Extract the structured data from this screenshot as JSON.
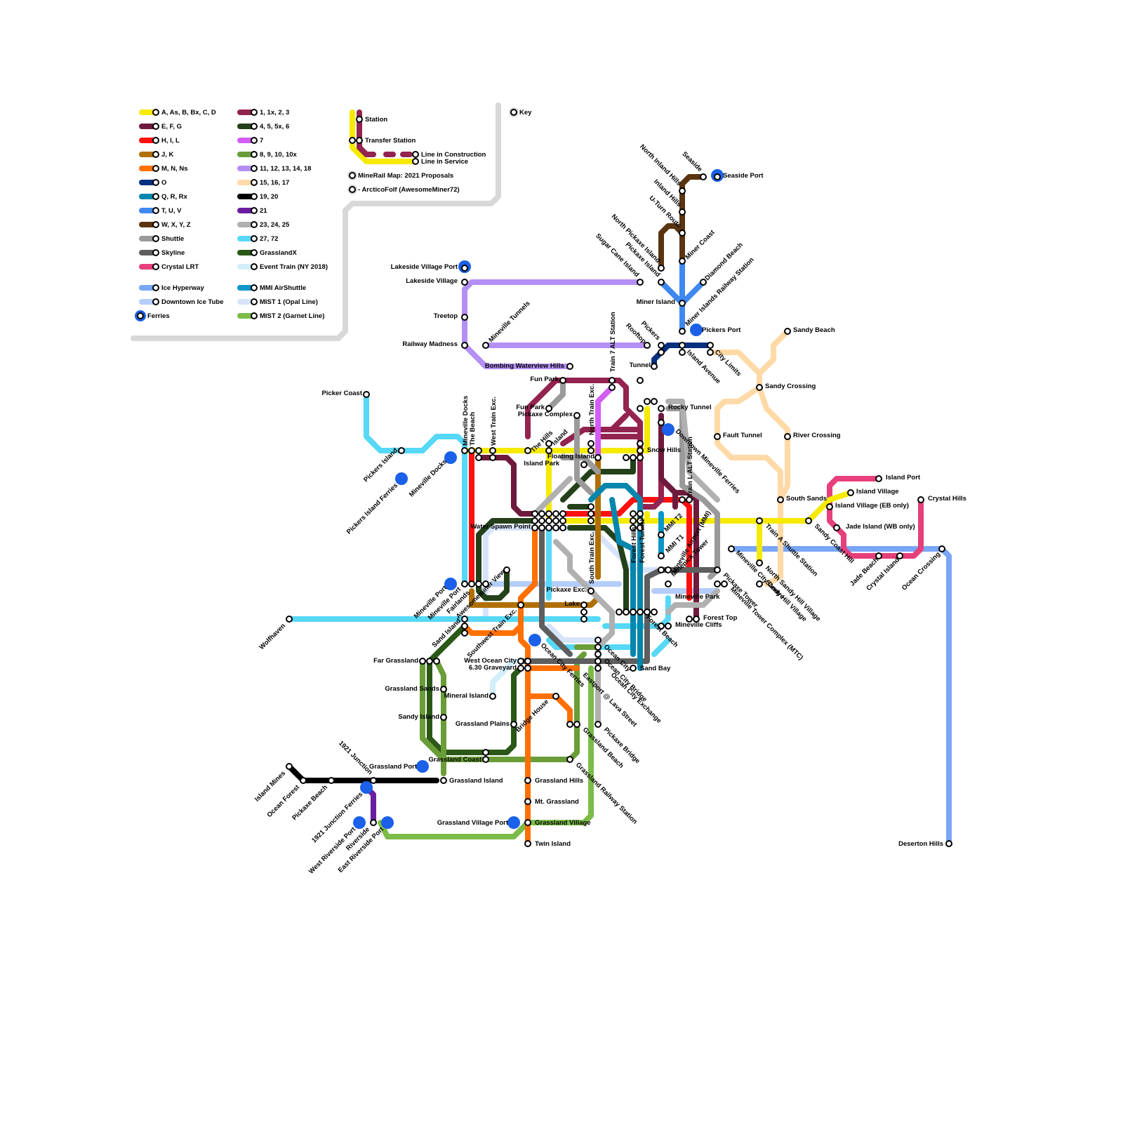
{
  "legend": {
    "routes": [
      {
        "label": "A, As, B, Bx, C, D",
        "color": "#f5ea00"
      },
      {
        "label": "E, F, G",
        "color": "#6e1a3d"
      },
      {
        "label": "H, I, L",
        "color": "#ff1010"
      },
      {
        "label": "J, K",
        "color": "#b06f00"
      },
      {
        "label": "M, N, Ns",
        "color": "#ff7000"
      },
      {
        "label": "O",
        "color": "#062f7e"
      },
      {
        "label": "Q, R, Rx",
        "color": "#0586ad"
      },
      {
        "label": "T, U, V",
        "color": "#3f88f0"
      },
      {
        "label": "W, X, Y, Z",
        "color": "#5a3410"
      },
      {
        "label": "Shuttle",
        "color": "#9a9a9a"
      },
      {
        "label": "Skyline",
        "color": "#5e5e5e"
      },
      {
        "label": "Crystal LRT",
        "color": "#e63f7c"
      },
      {
        "label": "Ice Hyperway",
        "color": "#7aa6f7"
      },
      {
        "label": "Downtown Ice Tube",
        "color": "#b4cdfa"
      },
      {
        "label": "1, 1x, 2, 3",
        "color": "#93234f"
      },
      {
        "label": "4, 5, 5x, 6",
        "color": "#24401a"
      },
      {
        "label": "7",
        "color": "#d35bf6"
      },
      {
        "label": "8, 9, 10, 10x",
        "color": "#6a9d38"
      },
      {
        "label": "11, 12, 13, 14, 18",
        "color": "#b48ff5"
      },
      {
        "label": "15, 16, 17",
        "color": "#ffd9a6"
      },
      {
        "label": "19, 20",
        "color": "#000000"
      },
      {
        "label": "21",
        "color": "#6a1ea0"
      },
      {
        "label": "23, 24, 25",
        "color": "#b0b0b0"
      },
      {
        "label": "27, 72",
        "color": "#56d8f7"
      },
      {
        "label": "GrasslandX",
        "color": "#2b5717"
      },
      {
        "label": "Event Train (NY 2018)",
        "color": "#d2eefa"
      },
      {
        "label": "MMI AirShuttle",
        "color": "#0a96c8"
      },
      {
        "label": "MIST 1 (Opal Line)",
        "color": "#d6e3fa"
      },
      {
        "label": "MIST 2 (Garnet Line)",
        "color": "#7cbb48"
      }
    ],
    "ferries_label": "Ferries",
    "key": {
      "title": "Key",
      "station": "Station",
      "transfer": "Transfer Station",
      "construction": "Line in Construction",
      "service": "Line in Service",
      "credit1": "MineRail Map: 2021 Proposals",
      "credit2": "- ArcticoFolf (AwesomeMiner72)"
    }
  },
  "stations": {
    "seaside": "Seaside",
    "seaside_port": "Seaside Port",
    "north_inland_hills": "North Inland Hills",
    "inland_hills": "Inland Hills",
    "u_turn_route": "U-Turn Route",
    "north_pickaxe_island": "North Pickaxe Island",
    "miner_coast": "Miner Coast",
    "sugar_cane_island": "Sugar Cane Island",
    "pickaxe_island": "Pickaxe Island",
    "diamond_beach": "Diamond Beach",
    "miner_island": "Miner Island",
    "miner_islands_railway_station": "Miner Islands Railway Station",
    "pickers_port": "Pickers Port",
    "sandy_beach": "Sandy Beach",
    "pickers": "Pickers",
    "rooftop": "Rooftop",
    "island_avenue": "Island Avenue",
    "city_limits": "City Limits",
    "lakeside_village_port": "Lakeside Village Port",
    "lakeside_village": "Lakeside Village",
    "treetop": "Treetop",
    "mineville_tunnels": "Mineville Tunnels",
    "railway_madness": "Railway Madness",
    "bombing_waterview_hills": "Bombing Waterview Hills",
    "train7_alt": "Train 7 ALT Station",
    "tunnel": "Tunnel",
    "fun_park": "Fun Park",
    "fun_park_2": "Fun Park",
    "pickaxe_complex": "Pickaxe Complex",
    "north_train_exc": "North Train Exc.",
    "sandy_crossing": "Sandy Crossing",
    "rocky_tunnel": "Rocky Tunnel",
    "picker_coast": "Picker Coast",
    "mineville_docks": "Mineville Docks",
    "the_beach": "The Beach",
    "west_train_exc": "West Train Exc.",
    "the_hills": "The Hills",
    "island": "Island",
    "fault_tunnel": "Fault Tunnel",
    "river_crossing": "River Crossing",
    "downtown_mineville_ferries": "Downtown Mineville Ferries",
    "snow_hills": "Snow Hills",
    "floating_island": "Floating Island",
    "pickers_island": "Pickers Island",
    "mineville_docks_ferry": "Mineville Docks",
    "island_park": "Island Park",
    "pickers_island_ferries": "Pickers Island Ferries",
    "island_port": "Island Port",
    "train_l_alt": "Train L ALT Station",
    "south_sands": "South Sands",
    "island_village": "Island Village",
    "crystal_hills": "Crystal Hills",
    "island_village_eb": "Island Village (EB only)",
    "water_spawn_point": "Water Spawn Point",
    "mmi_t2": "MMI T2",
    "mineville_airport": "Mineville Airport (MMI)",
    "train_a_shuttle": "Train A Shuttle Station",
    "sandy_coast_hill": "Sandy Coast Hill",
    "jade_island_wb": "Jade Island (WB only)",
    "forest_hills": "Forest Hills",
    "forest_tunnel": "Forest Tunnel",
    "mmi_t1": "MMI T1",
    "south_train_exc": "South Train Exc.",
    "mineville_city_centre": "Mineville City Centre",
    "minepick_tower": "Minepick Tower",
    "jade_beach": "Jade Beach",
    "crystal_island": "Crystal Island",
    "ocean_crossing": "Ocean Crossing",
    "north_sandy_hill_village": "North Sandy Hill Village",
    "sandy_hill_village": "Sandy Hill Village",
    "pickaxe_tower": "Pickaxe Tower",
    "mineville_tower_complex": "Mineville Tower Complex (MTC)",
    "mineville_port_ferry": "Mineville Port",
    "mineville_port": "Mineville Port",
    "fairlands": "Fairlands",
    "awesomeminer_view": "Awesomeminer View",
    "pickaxe_exc": "Pickaxe Exc.",
    "mineville_park": "Mineville Park",
    "lake": "Lake",
    "forest_top": "Forest Top",
    "mineville_cliffs": "Mineville Cliffs",
    "wolfhaven": "Wolfhaven",
    "sand_island": "Sand Island",
    "southwest_train_exc": "Southwest Train Exc.",
    "forest_beach": "Forest Beach",
    "ocean_city_ferries": "Ocean City Ferries",
    "far_grassland": "Far Grassland",
    "west_ocean_city": "West Ocean City",
    "graveyard": "6.30 Graveyard",
    "ocean_city": "Ocean City",
    "sand_bay": "Sand Bay",
    "eastport_lava_street": "Eastport @ Lava Street",
    "ocean_city_bridge": "Ocean City Bridge",
    "ocean_city_exchange": "Ocean City Exchange",
    "grassland_sands": "Grassland Sands",
    "mineral_island": "Mineral Island",
    "sandy_island": "Sandy Island",
    "bridge_house": "Bridge House",
    "grassland_plains": "Grassland Plains",
    "grassland_beach": "Grassland Beach",
    "pickaxe_bridge": "Pickaxe Bridge",
    "junction_1921": "1921 Junction",
    "grassland_coast": "Grassland Coast",
    "grassland_port": "Grassland Port",
    "island_mines": "Island Mines",
    "ocean_forest": "Ocean Forest",
    "pickaxe_beach": "Pickaxe Beach",
    "grassland_island": "Grassland Island",
    "grassland_hills": "Grassland Hills",
    "grassland_railway_station": "Grassland Railway Station",
    "junction_1921_ferries": "1921 Junction Ferries",
    "mt_grassland": "Mt. Grassland",
    "west_riverside_port": "West Riverside Port",
    "riverside": "Riverside",
    "east_riverside_port": "East Riverside Port",
    "grassland_village_port": "Grassland Village Port",
    "grassland_village": "Grassland Village",
    "twin_island": "Twin Island",
    "deserton_hills": "Deserton Hills"
  }
}
